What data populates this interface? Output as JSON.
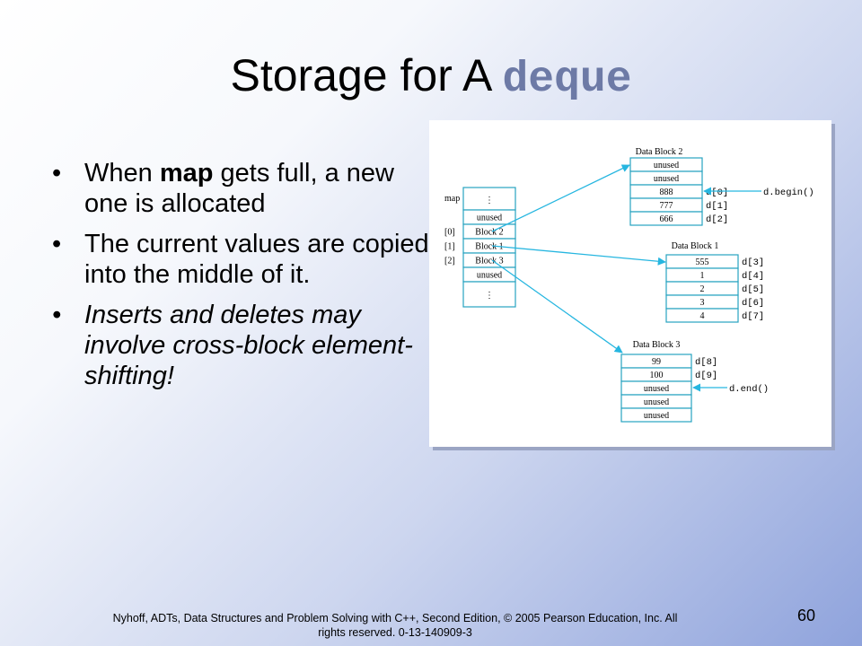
{
  "title": {
    "text": "Storage for A ",
    "code": "deque"
  },
  "bullets": [
    {
      "parts": [
        "When ",
        "map",
        " gets full, a new one is allocated"
      ]
    },
    {
      "text": "The current values are copied into the middle of it."
    },
    {
      "text": "Inserts and deletes may involve cross-block element-shifting!"
    }
  ],
  "diagram": {
    "map": {
      "label": "map",
      "cells": [
        "⋮",
        "unused",
        "Block 2",
        "Block 1",
        "Block 3",
        "unused",
        "⋮"
      ],
      "indices": [
        "[0]",
        "[1]",
        "[2]"
      ]
    },
    "blocks": [
      {
        "title": "Data Block 2",
        "cells": [
          "unused",
          "unused",
          "888",
          "777",
          "666"
        ],
        "labels": [
          "d[0]",
          "d[1]",
          "d[2]"
        ]
      },
      {
        "title": "Data Block 1",
        "cells": [
          "555",
          "1",
          "2",
          "3",
          "4"
        ],
        "labels": [
          "d[3]",
          "d[4]",
          "d[5]",
          "d[6]",
          "d[7]"
        ]
      },
      {
        "title": "Data Block 3",
        "cells": [
          "99",
          "100",
          "unused",
          "unused",
          "unused"
        ],
        "labels": [
          "d[8]",
          "d[9]"
        ]
      }
    ],
    "begin_label": "d.begin()",
    "end_label": "d.end()"
  },
  "footer": "Nyhoff, ADTs, Data Structures and Problem Solving with C++, Second Edition, © 2005 Pearson Education, Inc. All rights reserved. 0-13-140909-3",
  "page_number": "60",
  "colors": {
    "accent_code": "#6d7aa6",
    "arrow": "#26b6e0",
    "cell_border": "#27a3c0"
  }
}
